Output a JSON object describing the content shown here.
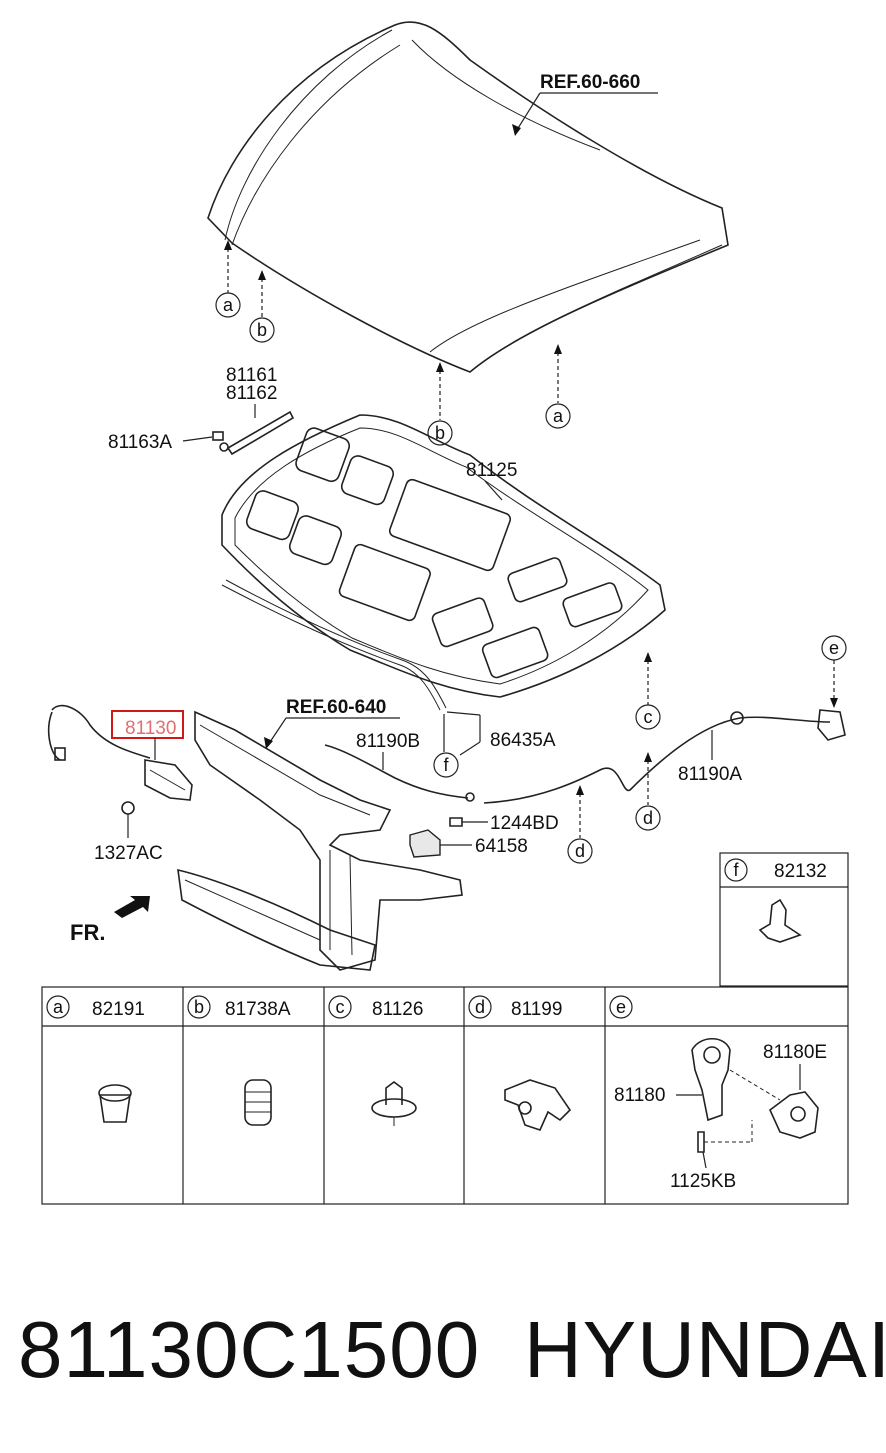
{
  "diagram": {
    "ref_hood": "REF.60-660",
    "ref_panel": "REF.60-640",
    "front_indicator": "FR.",
    "callouts": [
      "a",
      "b",
      "b",
      "a",
      "c",
      "d",
      "d",
      "e",
      "f"
    ],
    "parts": {
      "stay_1": "81161",
      "stay_2": "81162",
      "stay_bolt": "81163A",
      "insulator": "81125",
      "latch": "81130",
      "grommet": "1327AC",
      "cable": "81190B",
      "clip": "86435A",
      "release_cable": "81190A",
      "bolt": "1244BD",
      "bracket": "64158"
    },
    "highlighted_part": "81130"
  },
  "legend_table": {
    "top_cell": {
      "letter": "f",
      "part": "82132"
    },
    "cells": [
      {
        "letter": "a",
        "part": "82191"
      },
      {
        "letter": "b",
        "part": "81738A"
      },
      {
        "letter": "c",
        "part": "81126"
      },
      {
        "letter": "d",
        "part": "81199"
      },
      {
        "letter": "e",
        "part": ""
      }
    ],
    "e_subparts": {
      "handle": "81180",
      "handle_assy": "81180E",
      "screw": "1125KB"
    }
  },
  "footer": {
    "part_number": "81130C1500",
    "brand": "HYUNDAI"
  }
}
